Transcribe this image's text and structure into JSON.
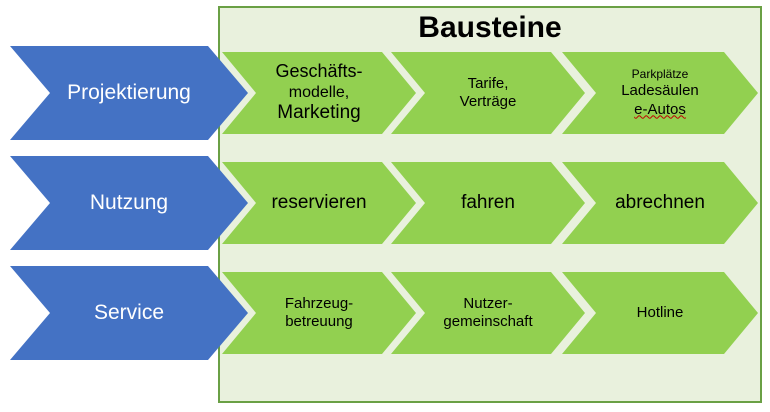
{
  "title": "Bausteine",
  "colors": {
    "blue": "#4472c4",
    "green": "#92d050",
    "panel": "#e9f1dd",
    "panel_border": "#6aa045"
  },
  "rows": [
    {
      "label": "Projektierung",
      "items": [
        {
          "lines": [
            "Geschäfts-",
            "modelle,",
            "Marketing"
          ]
        },
        {
          "lines": [
            "Tarife,",
            "Verträge"
          ]
        },
        {
          "lines": [
            "Parkplätze",
            "Ladesäulen",
            "e-Autos"
          ]
        }
      ]
    },
    {
      "label": "Nutzung",
      "items": [
        {
          "lines": [
            "reservieren"
          ]
        },
        {
          "lines": [
            "fahren"
          ]
        },
        {
          "lines": [
            "abrechnen"
          ]
        }
      ]
    },
    {
      "label": "Service",
      "items": [
        {
          "lines": [
            "Fahrzeug-",
            "betreuung"
          ]
        },
        {
          "lines": [
            "Nutzer-",
            "gemeinschaft"
          ]
        },
        {
          "lines": [
            "Hotline"
          ]
        }
      ]
    }
  ]
}
